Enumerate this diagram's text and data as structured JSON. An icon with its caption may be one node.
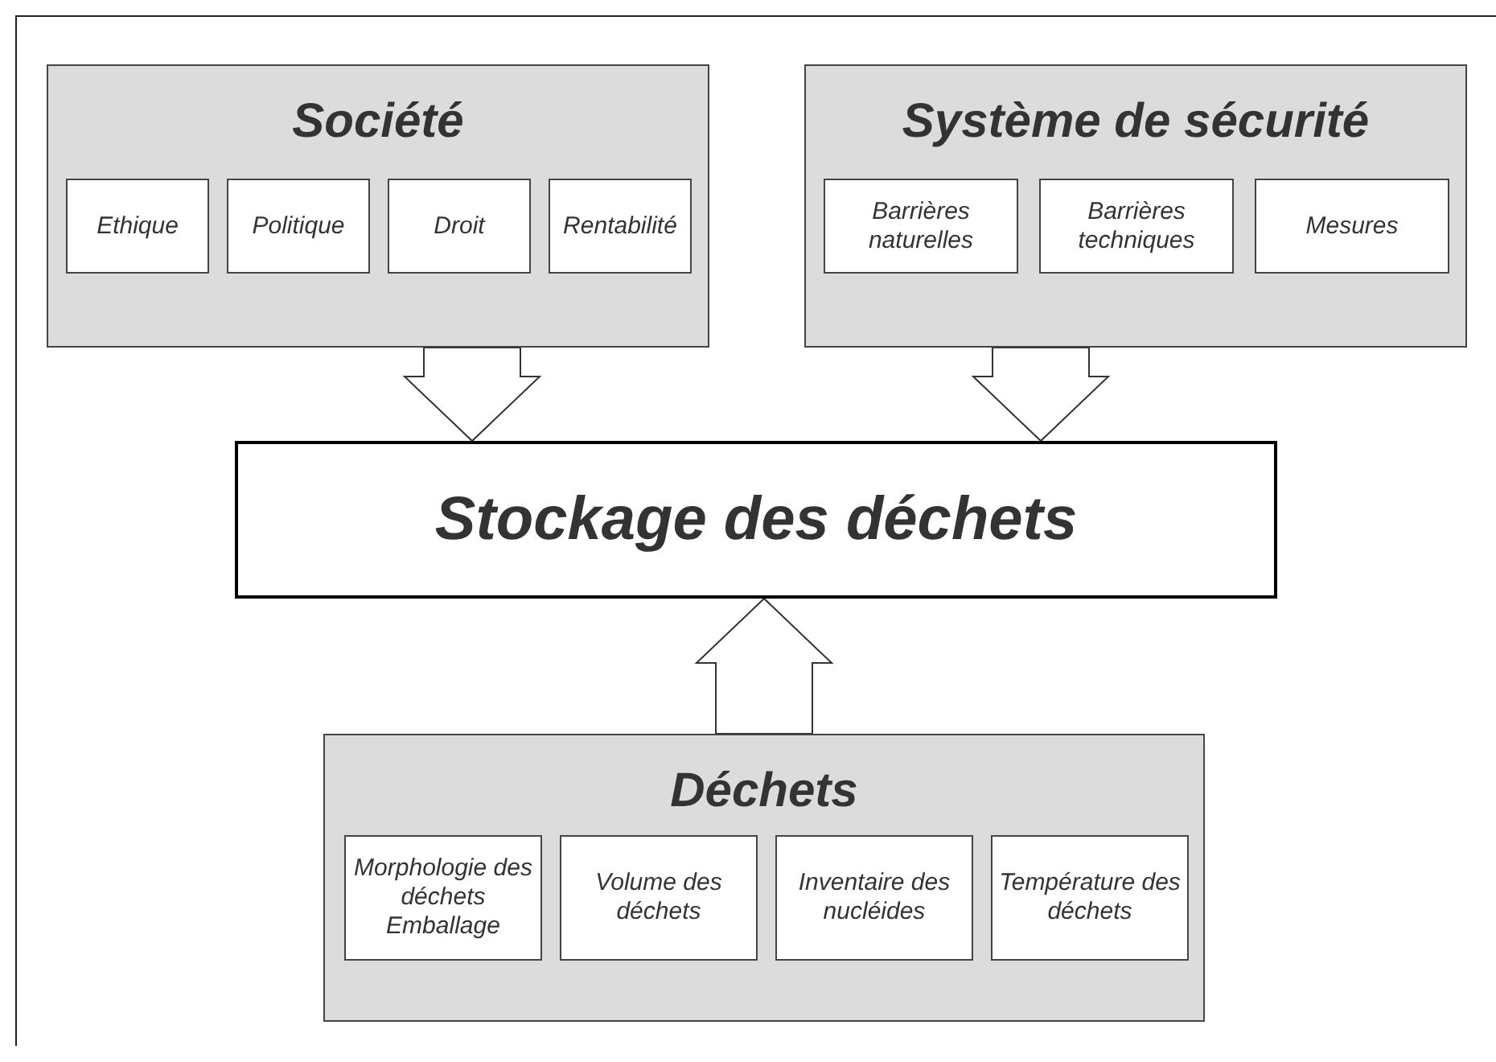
{
  "diagram": {
    "nodes": [
      {
        "text": [
          "Société"
        ]
      },
      {
        "text": [
          "Ethique"
        ],
        "in": 0
      },
      {
        "text": [
          "Politique"
        ],
        "in": 0
      },
      {
        "text": [
          "Droit"
        ],
        "in": 0
      },
      {
        "text": [
          "Rentabilité"
        ],
        "in": 0
      },
      {
        "text": [
          "Système de sécurité"
        ]
      },
      {
        "text": [
          "Barrières naturelles"
        ],
        "in": 5
      },
      {
        "text": [
          "Barrières techniques"
        ],
        "in": 5
      },
      {
        "text": [
          "Mesures"
        ],
        "in": 5
      },
      {
        "text": [
          "Stockage des déchets"
        ]
      },
      {
        "text": [
          "Déchets"
        ]
      },
      {
        "text": [
          "Morphologie des déchets Emballage"
        ],
        "in": 10
      },
      {
        "text": [
          "Volume des déchets"
        ],
        "in": 10
      },
      {
        "text": [
          "Inventaire des nucléides"
        ],
        "in": 10
      },
      {
        "text": [
          "Température des déchets"
        ],
        "in": 10
      }
    ],
    "edges": [
      {
        "from": 0,
        "to": 9,
        "arrow": "to",
        "style": "thick"
      },
      {
        "from": 5,
        "to": 9,
        "arrow": "to",
        "style": "thick"
      },
      {
        "from": 10,
        "to": 9,
        "arrow": "to",
        "style": "thick"
      }
    ]
  }
}
